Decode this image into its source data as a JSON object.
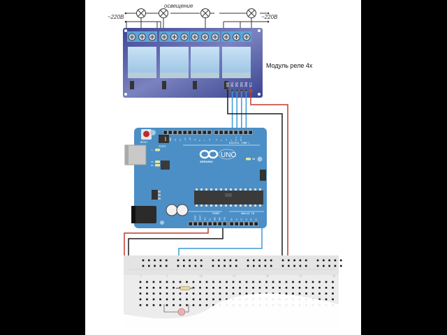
{
  "diagram": {
    "title_lighting": "освещение",
    "mains_left": "~220В",
    "mains_right": "~220В",
    "relay_module_label": "Модуль реле 4x",
    "relay_pins": [
      "GND",
      "IN1",
      "IN2",
      "IN3",
      "IN4",
      "VCC"
    ],
    "arduino": {
      "logo_text": "ARDUINO",
      "model": "UNO",
      "reset_label": "RESET",
      "icsp_label": "ICSP2",
      "digital_label": "DIGITAL (PWM~)",
      "power_label": "POWER",
      "analog_label": "ANALOG IN",
      "on_label": "ON",
      "led_labels": [
        "L",
        "TX",
        "RX"
      ],
      "power_pins": [
        "IOREF",
        "RESET",
        "3V3",
        "5V",
        "GND",
        "GND",
        "VIN"
      ],
      "analog_pins": [
        "A0",
        "A1",
        "A2",
        "A3",
        "A4",
        "A5"
      ],
      "digital_pins": [
        "AREF",
        "GND",
        "13",
        "12",
        "~11",
        "~10",
        "~9",
        "8",
        "7",
        "~6",
        "~5",
        "4",
        "~3",
        "2",
        "TX 1",
        "RX 0"
      ]
    },
    "breadboard": {
      "column_numbers": [
        "1",
        "5",
        "10",
        "15",
        "20",
        "25",
        "30"
      ]
    },
    "wire_colors": {
      "power": "#c0392b",
      "ground": "#1a1a1a",
      "signal": "#3a9ad9"
    },
    "colors": {
      "relay_board": "#4a55a0",
      "arduino_board": "#4b8fc6",
      "breadboard": "#ececec"
    }
  }
}
